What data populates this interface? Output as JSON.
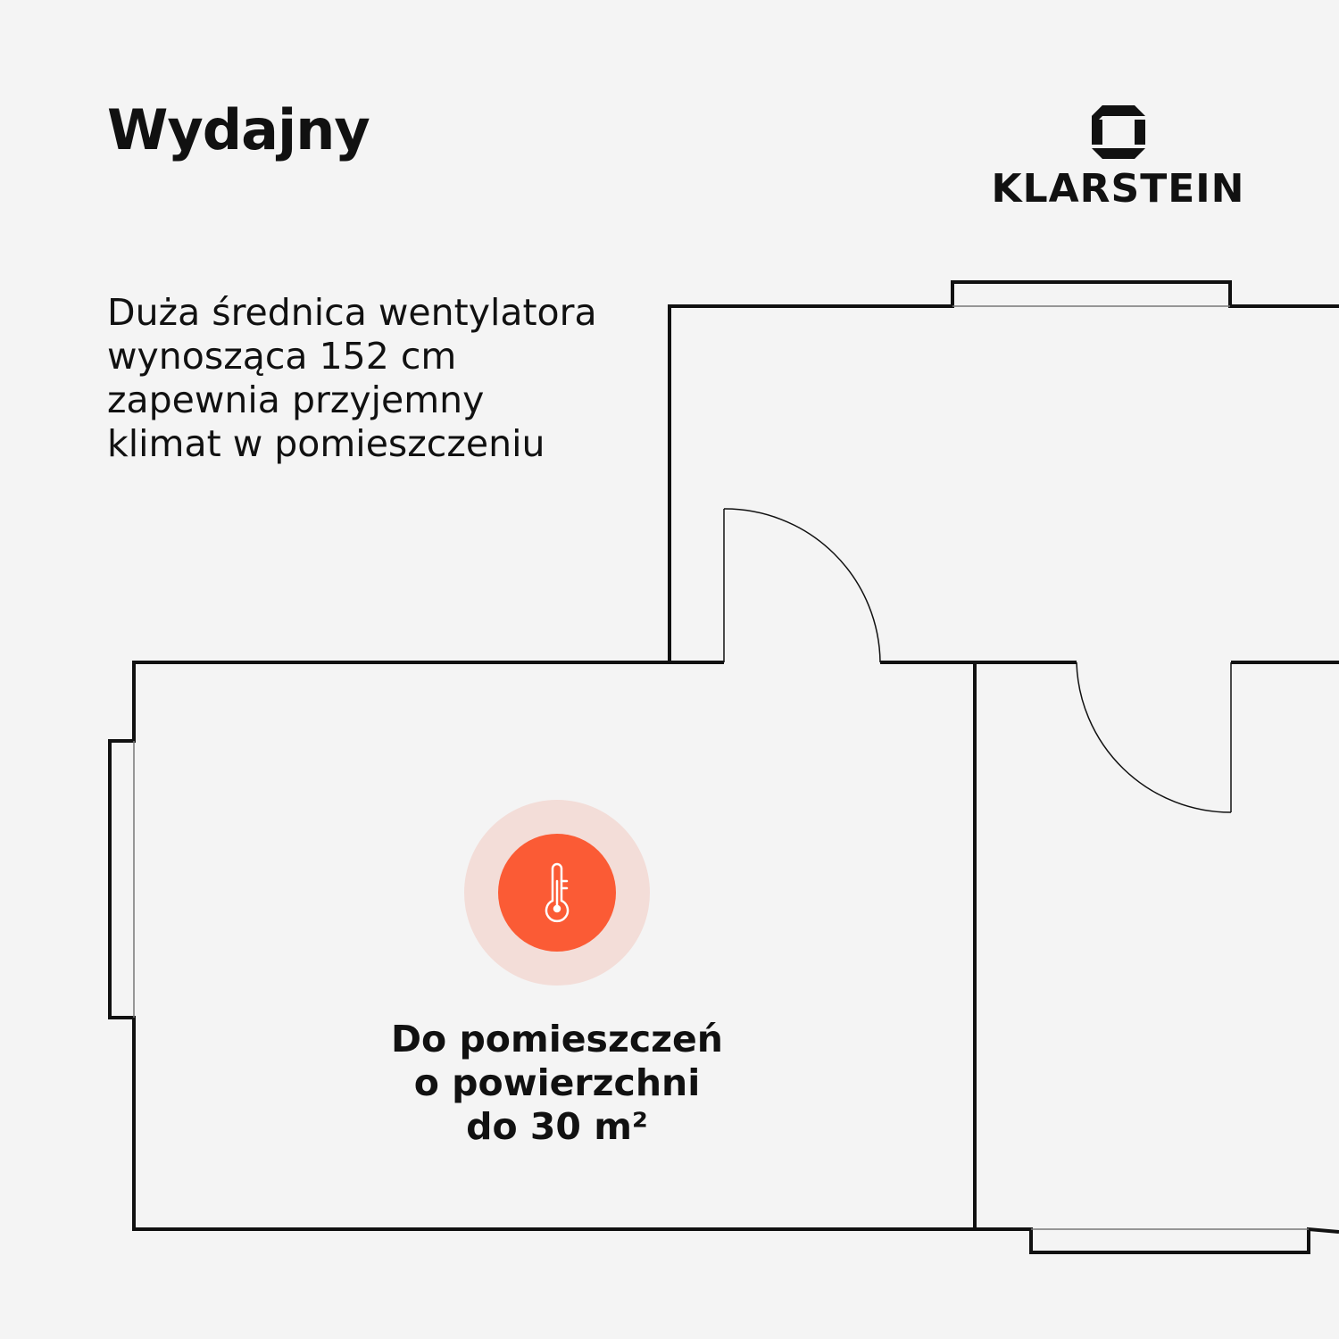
{
  "title": "Wydajny",
  "brand": {
    "name": "KLARSTEIN",
    "icon": "klarstein-logo-icon"
  },
  "description": [
    "Duża średnica wentylatora",
    "wynosząca 152 cm",
    "zapewnia przyjemny",
    "klimat w pomieszczeniu"
  ],
  "feature": {
    "icon": "thermometer-icon",
    "lines": [
      "Do pomieszczeń",
      "o powierzchni",
      "do 30 m²"
    ]
  },
  "colors": {
    "background": "#f4f4f4",
    "text": "#111111",
    "accent": "#fb5b35",
    "accent_halo": "#f3ddd8"
  }
}
